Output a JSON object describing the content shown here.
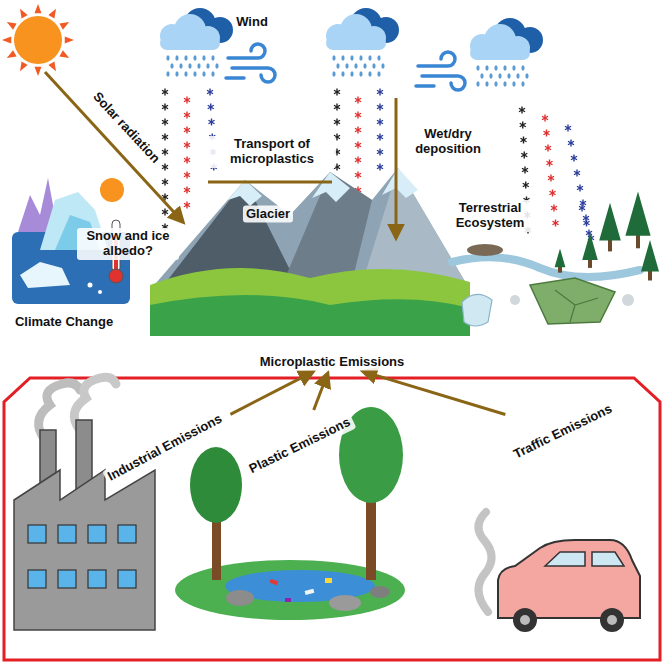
{
  "diagram": {
    "nodes": [
      {
        "text": [
          "Microplastic Emissions"
        ]
      },
      {
        "text": [
          "Industrial Emissions"
        ]
      },
      {
        "text": [
          "Plastic Emissions"
        ]
      },
      {
        "text": [
          "Traffic Emissions"
        ]
      }
    ],
    "edges": [
      {
        "from": 1,
        "to": 0,
        "arrow": "to"
      },
      {
        "from": 2,
        "to": 0,
        "arrow": "to"
      },
      {
        "from": 3,
        "to": 0,
        "arrow": "to"
      }
    ],
    "labels": [
      "Wind",
      "Solar radiation",
      "Transport of microplastics",
      "Wet/dry deposition",
      "Glacier",
      "Snow and ice albedo?",
      "Terrestrial Ecosystem",
      "Climate Change"
    ]
  }
}
